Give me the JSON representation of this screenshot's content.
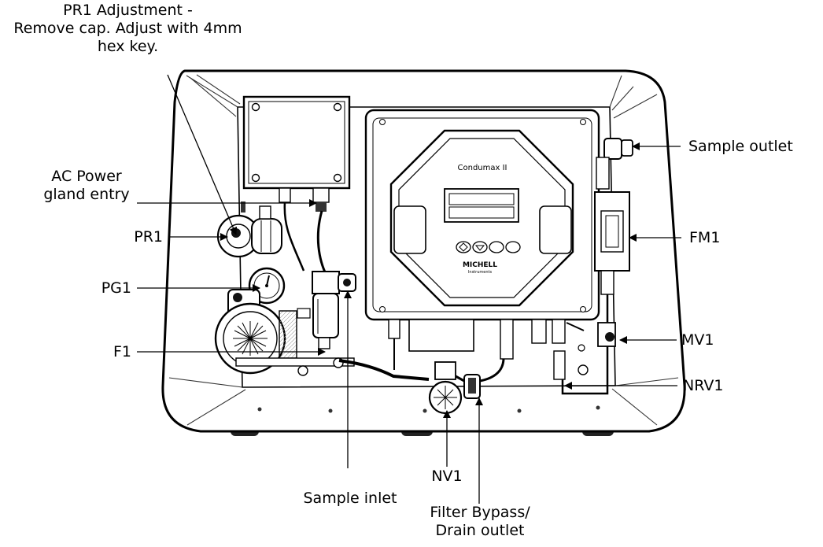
{
  "unit": {
    "display_brand": "Condumax II",
    "maker_mark": "MICHELL",
    "maker_sub": "Instruments"
  },
  "callouts": {
    "pr1_adjustment": [
      "PR1 Adjustment -",
      "Remove cap. Adjust with 4mm",
      "hex key."
    ],
    "ac_power": [
      "AC Power",
      "gland entry"
    ],
    "pr1": "PR1",
    "pg1": "PG1",
    "f1": "F1",
    "sample_outlet": "Sample outlet",
    "fm1": "FM1",
    "mv1": "MV1",
    "nrv1": "NRV1",
    "nv1": "NV1",
    "sample_inlet": "Sample inlet",
    "filter_bypass": [
      "Filter Bypass/",
      "Drain outlet"
    ]
  }
}
